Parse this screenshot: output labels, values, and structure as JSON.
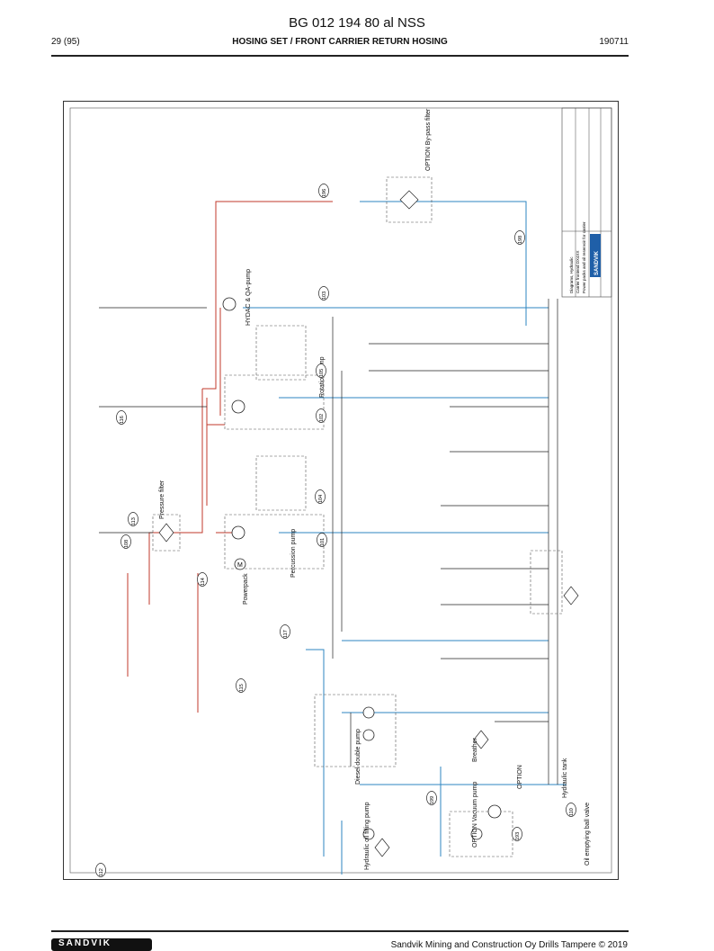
{
  "header": {
    "doc_number": "BG 012 194 80 al NSS",
    "page": "29 (95)",
    "section": "HOSING SET / FRONT CARRIER RETURN HOSING",
    "date": "190711"
  },
  "diagram": {
    "labels": {
      "option_bypass": "OPTION By-pass filter",
      "hydac_pump": "HYDAC & QA-pump",
      "rotation_pump": "Rotation pump",
      "pressure_filter": "Pressure filter",
      "percussion_pump": "Percussion pump",
      "powerpack": "Powerpack",
      "diesel_pump": "Diesel double pump",
      "hydraulic_oil_filling": "Hydraulic oil filling pump",
      "option_vacuum": "OPTION Vacuum pump",
      "breather": "Breather",
      "option": "OPTION",
      "hydraulic_tank": "Hydraulic tank",
      "oil_emptying": "Oil emptying ball valve",
      "sandvik": "SANDVIK",
      "title_block_1": "Diagrams, Hydraulic",
      "title_block_2": "Carrier frontend DX4XX",
      "title_block_3": "Power packs and oil reservoir for carrier"
    },
    "callouts": [
      "198",
      "196",
      "103",
      "105",
      "102",
      "116",
      "104",
      "101",
      "113",
      "108",
      "114",
      "117",
      "115",
      "112",
      "199",
      "110",
      "193"
    ],
    "motor_symbol": "M"
  },
  "footer": {
    "logo": "SANDVIK",
    "copyright": "Sandvik Mining and Construction Oy Drills Tampere © 2019"
  },
  "colors": {
    "pressure_line": "#c0392b",
    "return_line": "#2e86c1",
    "frame": "#333333"
  }
}
